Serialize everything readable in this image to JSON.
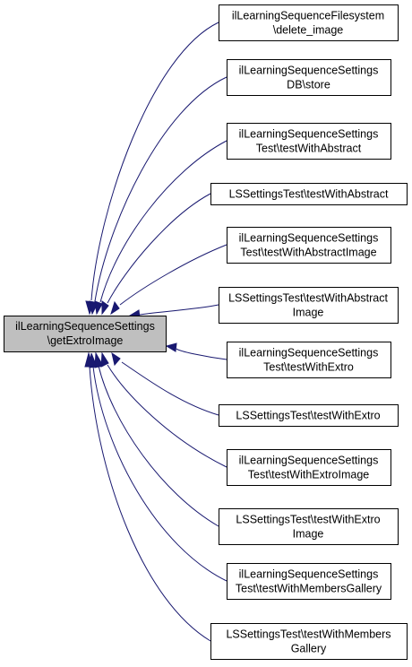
{
  "graph": {
    "source": {
      "lines": [
        "ilLearningSequenceSettings",
        "\\getExtroImage"
      ]
    },
    "targets": [
      {
        "lines": [
          "ilLearningSequenceFilesystem",
          "\\delete_image"
        ]
      },
      {
        "lines": [
          "ilLearningSequenceSettings",
          "DB\\store"
        ]
      },
      {
        "lines": [
          "ilLearningSequenceSettings",
          "Test\\testWithAbstract"
        ]
      },
      {
        "lines": [
          "LSSettingsTest\\testWithAbstract"
        ]
      },
      {
        "lines": [
          "ilLearningSequenceSettings",
          "Test\\testWithAbstractImage"
        ]
      },
      {
        "lines": [
          "LSSettingsTest\\testWithAbstract",
          "Image"
        ]
      },
      {
        "lines": [
          "ilLearningSequenceSettings",
          "Test\\testWithExtro"
        ]
      },
      {
        "lines": [
          "LSSettingsTest\\testWithExtro"
        ]
      },
      {
        "lines": [
          "ilLearningSequenceSettings",
          "Test\\testWithExtroImage"
        ]
      },
      {
        "lines": [
          "LSSettingsTest\\testWithExtro",
          "Image"
        ]
      },
      {
        "lines": [
          "ilLearningSequenceSettings",
          "Test\\testWithMembersGallery"
        ]
      },
      {
        "lines": [
          "LSSettingsTest\\testWithMembers",
          "Gallery"
        ]
      }
    ],
    "colors": {
      "edge": "#191970",
      "source_fill": "#bfbfbf",
      "target_fill": "#ffffff",
      "border": "#000000"
    }
  }
}
